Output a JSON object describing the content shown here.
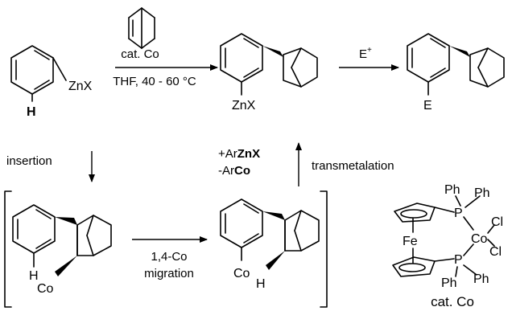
{
  "top": {
    "reagent_label": "cat. Co",
    "conditions": "THF, 40 - 60 °C",
    "electrophile": "E",
    "electrophile_sup": "+",
    "start_group": "ZnX",
    "start_h": "H",
    "intermediate_group": "ZnX",
    "product_group": "E"
  },
  "mid": {
    "insertion": "insertion",
    "transmetalation": "transmetalation",
    "plus_prefix": "+Ar",
    "plus_bold": "ZnX",
    "minus_prefix": "-Ar",
    "minus_bold": "Co"
  },
  "bottom": {
    "migration_line1": "1,4-Co",
    "migration_line2": "migration",
    "left_co": "Co",
    "left_h": "H",
    "right_co": "Co",
    "right_h": "H"
  },
  "catalyst": {
    "ph": "Ph",
    "p": "P",
    "fe": "Fe",
    "co": "Co",
    "cl": "Cl",
    "caption": "cat. Co"
  }
}
